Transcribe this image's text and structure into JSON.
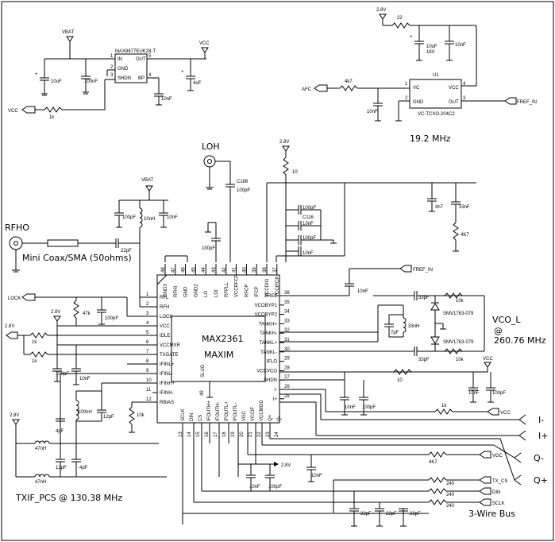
{
  "title": "",
  "colors": {
    "wire": "#000000",
    "background": "#ffffff"
  },
  "ic": {
    "name": "MAX2361",
    "maker": "MAXIM",
    "slug": "SLUG",
    "pins_left": [
      "RFL",
      "RFH",
      "LOCK",
      "VCC",
      "IDLE",
      "VCCMXR",
      "TXGATE",
      "IFINL+",
      "IFINL-",
      "IFINH+",
      "IFINH-",
      "RBIAS"
    ],
    "pins_left_nums": [
      "1",
      "2",
      "3",
      "4",
      "5",
      "6",
      "7",
      "8",
      "9",
      "10",
      "11",
      "12"
    ],
    "pins_top": [
      "GND3",
      "RFHI",
      "GND",
      "GND2",
      "LO",
      "LOI",
      "RFPLL",
      "VCCRFCP",
      "RFCP",
      "IFCP",
      "VCCDIG",
      "VCCIFCP"
    ],
    "pins_top_nums": [
      "48",
      "47",
      "46",
      "45",
      "44",
      "43",
      "42",
      "41",
      "40",
      "39",
      "38",
      "37"
    ],
    "pins_right": [
      "FREF",
      "VCOBYP1",
      "VCOBYP2",
      "TANKH+",
      "TANKH-",
      "TANKL+",
      "TANKL-",
      "IFLO",
      "VCCVCO",
      "SHDN",
      "I-",
      "I+"
    ],
    "pins_right_nums": [
      "36",
      "35",
      "34",
      "33",
      "32",
      "31",
      "30",
      "29",
      "28",
      "27",
      "26",
      "25"
    ],
    "pins_bottom": [
      "SCLK",
      "DIN",
      "CS",
      "IFOUTH+",
      "IFOUTH-",
      "IFOUTL+",
      "IFOUTL-",
      "VGC",
      "VCCIF",
      "VCCMOD",
      "Q+",
      "Q-"
    ],
    "pins_bottom_nums": [
      "13",
      "14",
      "15",
      "16",
      "17",
      "18",
      "19",
      "20",
      "21",
      "22",
      "23",
      "24"
    ],
    "slug_num": "49"
  },
  "regulator": {
    "part": "MAX8877EUK28-T",
    "pins": [
      "IN",
      "GND",
      "SHDN",
      "OUT",
      "BP"
    ],
    "pin_nums": [
      "1",
      "2",
      "3",
      "5",
      "4"
    ],
    "vbat": "VBAT",
    "vcc": "VCC",
    "vcc_in": "VCC",
    "c_in": "10uF",
    "c_100n": "100nF",
    "r_1k": "1k",
    "c_10n": "10nF",
    "c_out": "4uF"
  },
  "tcxo": {
    "ref": "U1",
    "part": "VC-TCXO-204C2",
    "pins": [
      "VC",
      "GND",
      "OUT",
      "VCC"
    ],
    "pin_nums": [
      "1",
      "2",
      "3",
      "4"
    ],
    "supply": "2.8V",
    "r22": "22",
    "c10u": "10uF",
    "c10u_v": "16V",
    "c10n": "10nF",
    "afc": "AFC",
    "r4k7": "4k7",
    "c_afc": "10nF",
    "out_label": "FREF_IN",
    "freq": "19.2 MHz"
  },
  "labels": {
    "loh": "LOH",
    "rfho": "RFHO",
    "coax": "Mini Coax/SMA (50ohms)",
    "vbat": "VBAT",
    "lock": "LOCK",
    "v28": "2.8V",
    "vcc": "VCC",
    "fref_in": "FREF_IN",
    "vco_l": "VCO_L",
    "vco_at": "@",
    "vco_freq": "260.76 MHz",
    "txif": "TXIF_PCS @ 130.38 MHz",
    "wire3": "3-Wire Bus",
    "i_minus": "I-",
    "i_plus": "I+",
    "q_minus": "Q-",
    "q_plus": "Q+",
    "vgc": "VGC",
    "tx_cs": "TX_CS",
    "din": "DIN",
    "sclk": "SCLK"
  },
  "parts": {
    "c186": "C186",
    "c186v": "100pF",
    "c100p_a": "100pF",
    "c10n_a": "10nF",
    "l10n": "10nH",
    "c22p": "22pF",
    "c100p_b": "100pF",
    "r10": "10",
    "c100p_c": "100pF",
    "c116": "C116",
    "c10n_b": "10nF",
    "c100p_d": "100pF",
    "c10n_c": "10nF",
    "c4n7": "4n7",
    "c33n": "33nF",
    "r4k7b": "4K7",
    "c10n_fref": "10nF",
    "c33p_a": "33pF",
    "c33p_b": "33pF",
    "r10k_a": "10k",
    "r10k_b": "10k",
    "c7p": "7pF",
    "l33n": "33nH",
    "diode1": "SMV1763-079",
    "diode2": "SMV1763-079",
    "r10b": "10",
    "c10n_d": "10nF",
    "c100p_e": "100pF",
    "c10n_e": "10nF",
    "c100p_f": "100pF",
    "r1k_i": "1k",
    "r47k": "47k",
    "c100p_lock": "100pF",
    "r1k_a": "1k",
    "r1k_b": "1k",
    "c100p_g": "100pF",
    "c10n_g": "10nF",
    "c4p_a": "4pF",
    "l100n": "100nH",
    "c12p_a": "12pF",
    "r10k_c": "10k",
    "l47n_a": "47nH",
    "l47n_b": "47nH",
    "c12p_b": "12pF",
    "c4p_b": "4pF",
    "c10n_h": "10nF",
    "c100p_h": "100pF",
    "c10n_i": "10nF",
    "r4k7c": "4K7",
    "r240a": "240",
    "r240b": "240",
    "r240c": "240",
    "c22p_a": "22pF",
    "c22p_b": "22pF",
    "c22p_c": "22pF"
  }
}
